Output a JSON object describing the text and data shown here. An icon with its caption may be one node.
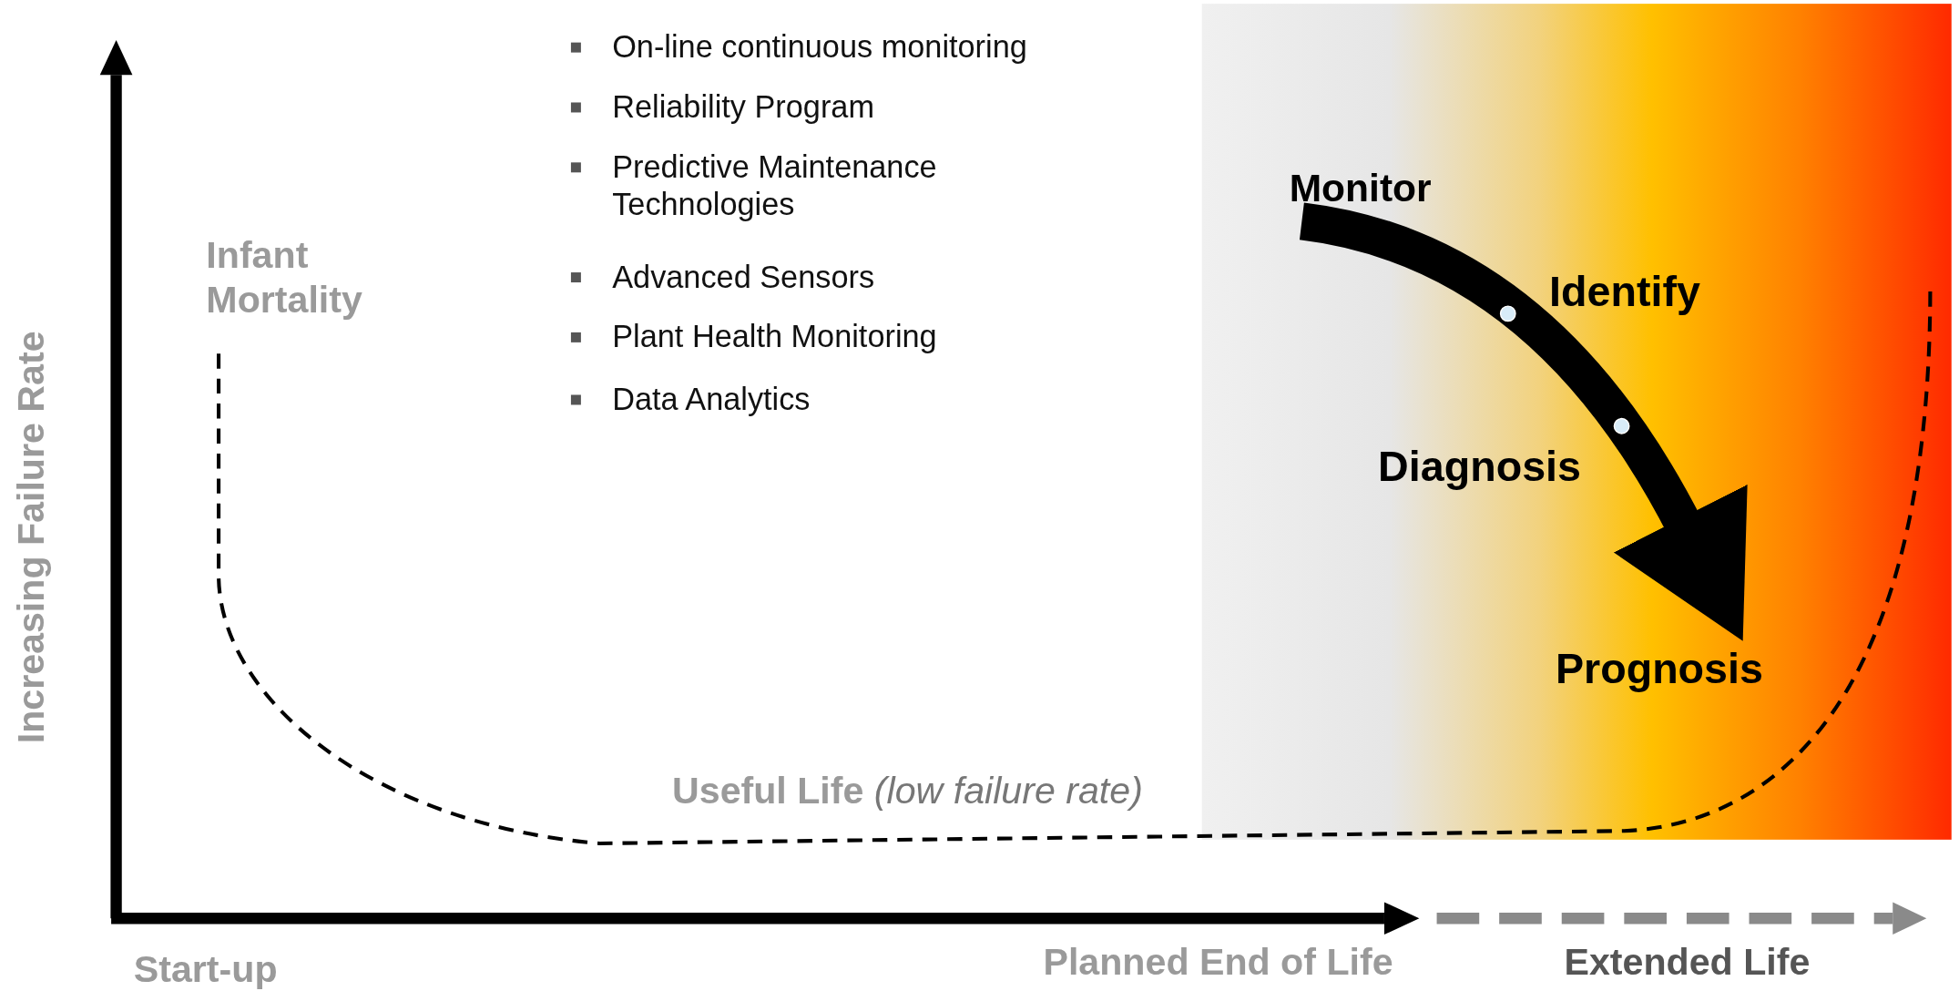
{
  "diagram": {
    "nodes": [
      {
        "text": [
          "Monitor"
        ]
      },
      {
        "text": [
          "Prognosis"
        ]
      }
    ],
    "edges": [
      {
        "from": 0,
        "to": 1,
        "arrow": "to"
      }
    ],
    "labels": [
      "On-line continuous monitoring",
      "Reliability Program",
      "Predictive Maintenance Technologies",
      "Advanced Sensors",
      "Plant Health Monitoring",
      "Data Analytics",
      "Infant Mortality",
      "Identify",
      "Increasing Failure Rate",
      "Diagnosis",
      "Useful Life *(low failure rate)*",
      "Start-up",
      "Planned End of Life",
      "Extended Life"
    ]
  }
}
